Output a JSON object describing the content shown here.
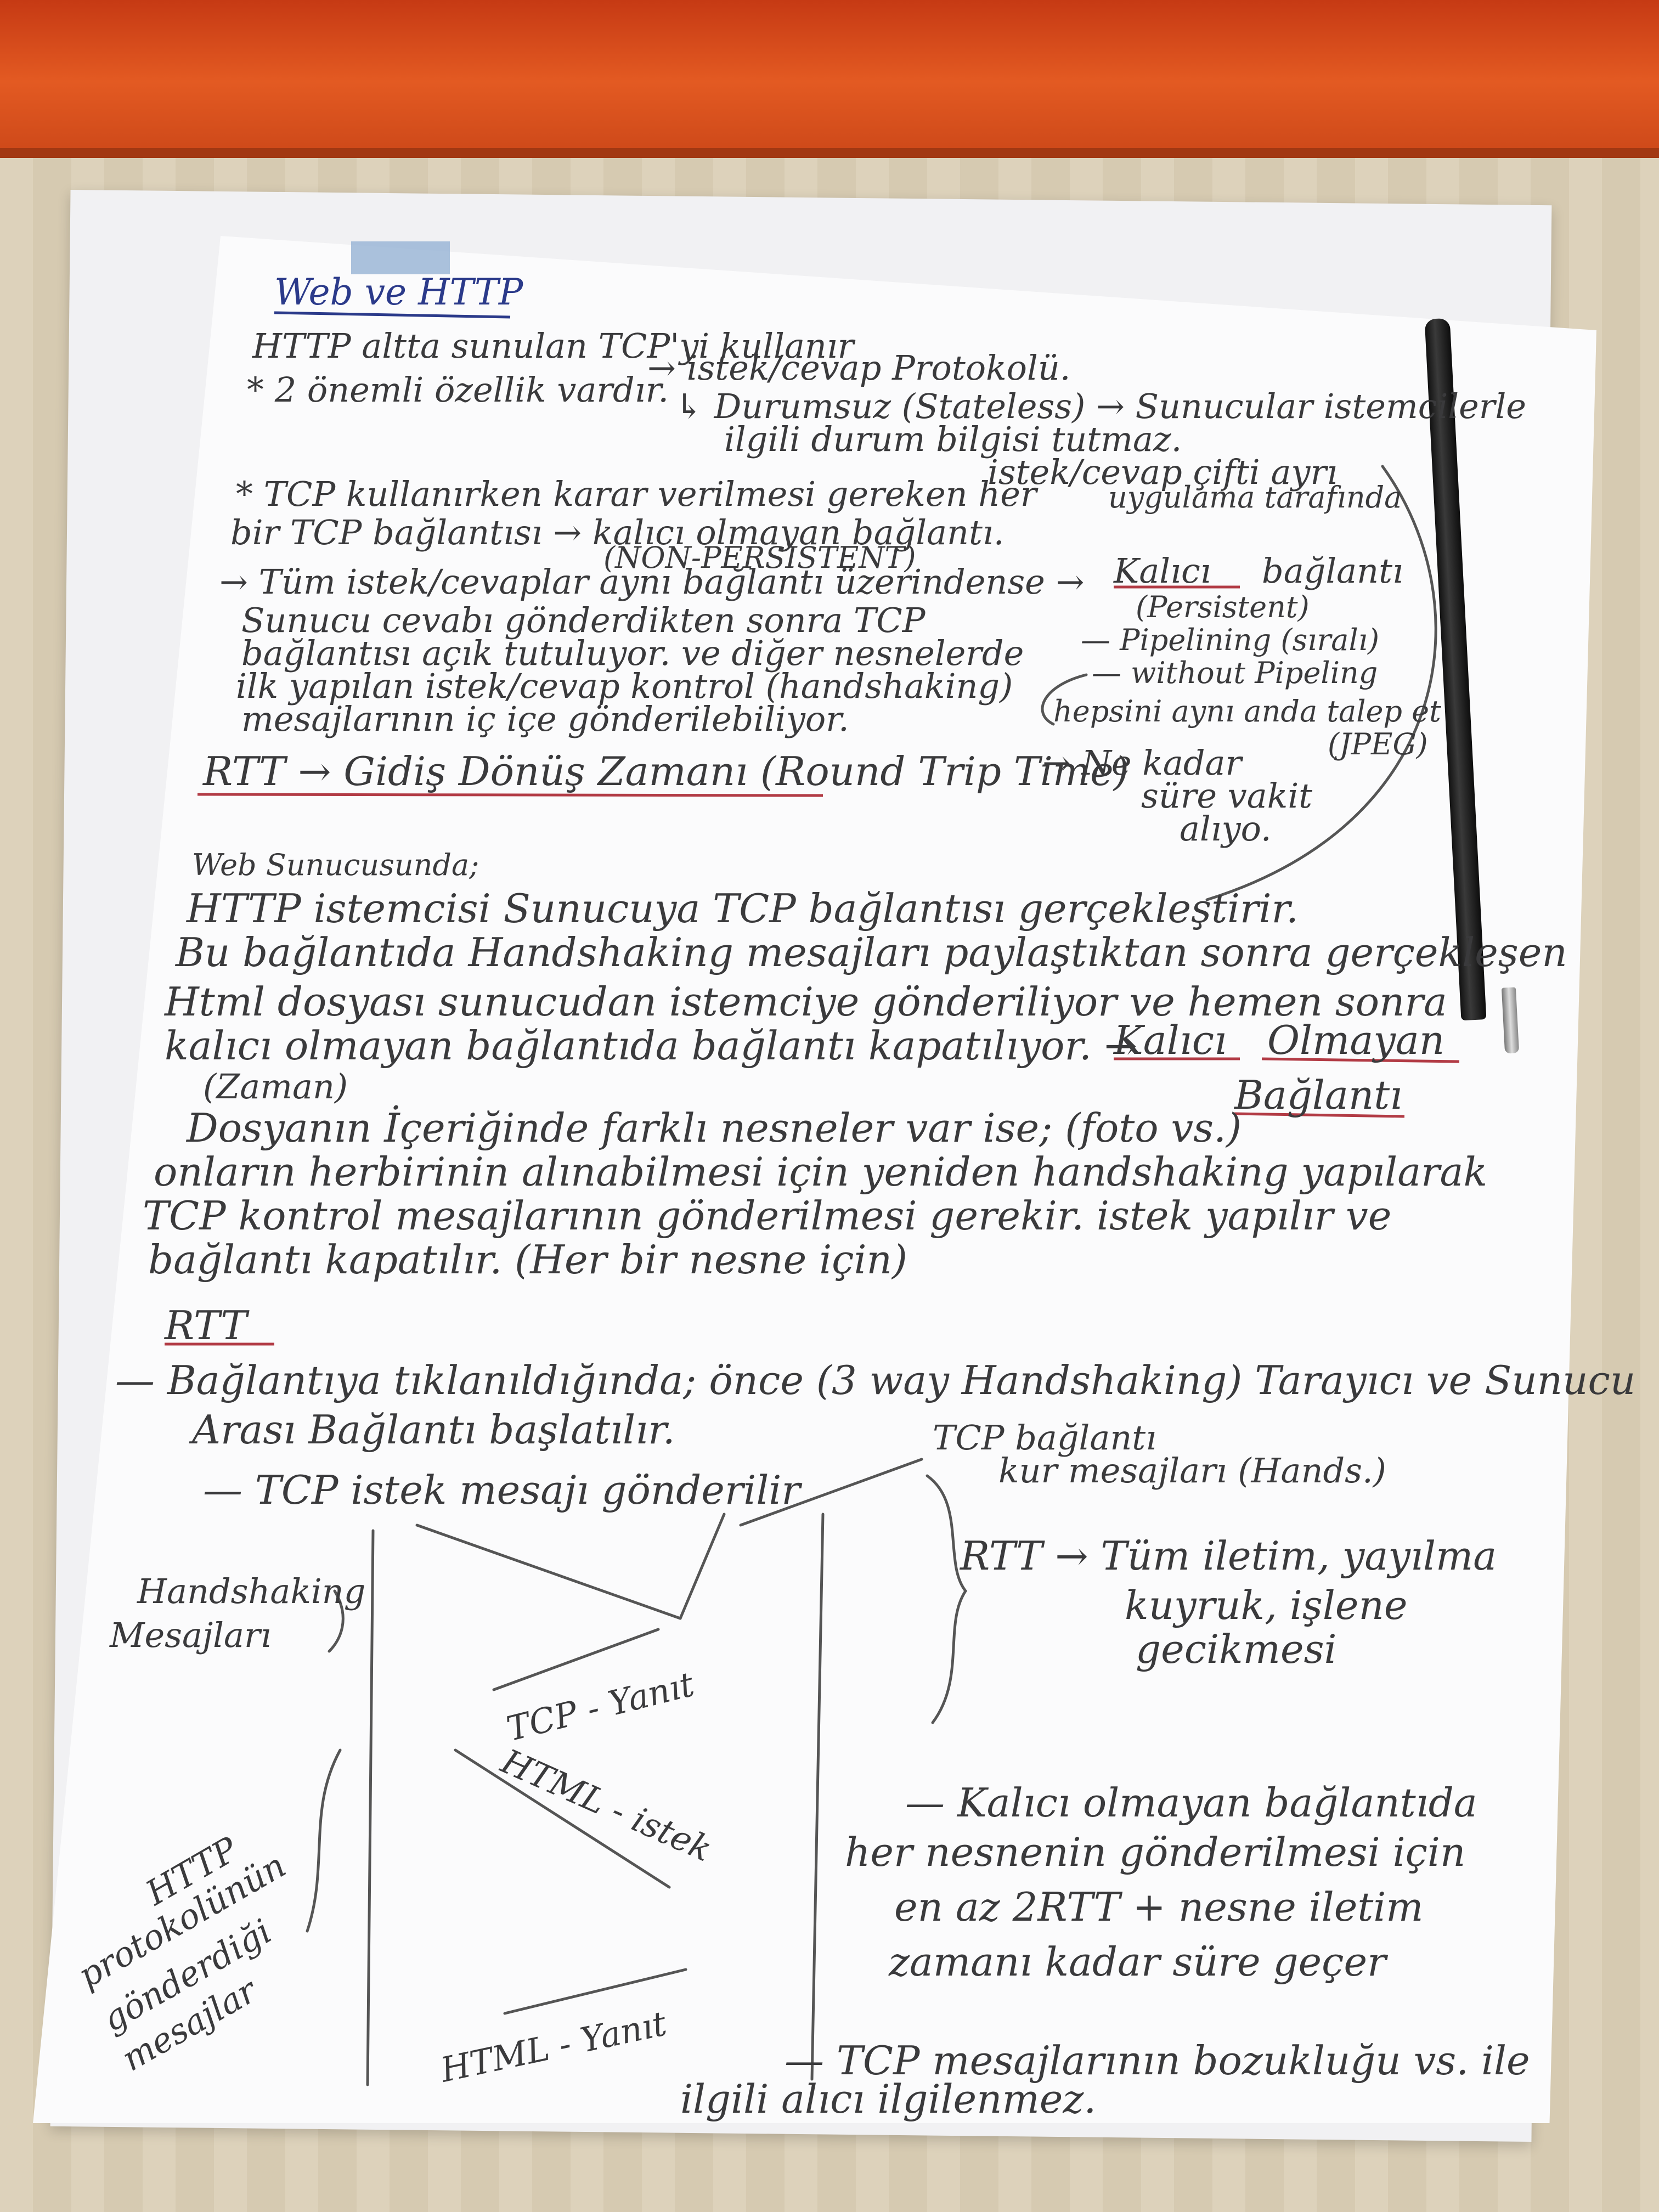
{
  "notes": {
    "title": "Web ve HTTP",
    "l1": "HTTP altta sunulan TCP'yi kullanır",
    "l2a": "* 2 önemli özellik vardır.",
    "l2b": "→ istek/cevap Protokolü.",
    "l3": "↳ Durumsuz (Stateless) → Sunucular istemcilerle",
    "l4": "ilgili durum bilgisi tutmaz.",
    "l5": "* TCP kullanırken karar verilmesi gereken her",
    "l5b": "istek/cevap çifti ayrı",
    "l5c": "uygulama tarafında",
    "l6": "bir TCP bağlantısı → kalıcı olmayan bağlantı.",
    "l6b": "(NON-PERSISTENT)",
    "l7a": "→ Tüm istek/cevaplar aynı bağlantı üzerindense →",
    "l7b": "Kalıcı",
    "l7c": "bağlantı",
    "l7d": "(Persistent)",
    "l8": "Sunucu cevabı gönderdikten sonra TCP",
    "l9": "bağlantısı açık tutuluyor. ve diğer nesnelerde",
    "l9b": "— Pipelining (sıralı)",
    "l10": "ilk yapılan istek/cevap kontrol (handshaking)",
    "l10b": "— without Pipeling",
    "l11": "mesajlarının iç içe gönderilebiliyor.",
    "l11b": "hepsini aynı anda talep et",
    "l11c": "(JPEG)",
    "rtt1": "RTT → Gidiş Dönüş Zamanı (Round Trip Time)",
    "rtt1b": "→ Ne kadar",
    "rtt1c": "süre vakit",
    "rtt1d": "alıyo.",
    "w1": "Web Sunucusunda;",
    "w2": "HTTP istemcisi Sunucuya TCP bağlantısı gerçekleştirir.",
    "w3": "Bu bağlantıda Handshaking mesajları paylaştıktan sonra gerçekleşen",
    "w4": "Html dosyası sunucudan istemciye gönderiliyor ve hemen sonra",
    "w5": "kalıcı olmayan bağlantıda bağlantı kapatılıyor. →",
    "w5b": "Kalıcı",
    "w5c": "Olmayan",
    "w6": "(Zaman)",
    "w6b": "Bağlantı",
    "w7": "Dosyanın İçeriğinde farklı nesneler var ise; (foto vs.)",
    "w8": "onların herbirinin alınabilmesi için yeniden handshaking yapılarak",
    "w9": "TCP kontrol mesajlarının gönderilmesi gerekir. istek yapılır ve",
    "w10": "bağlantı kapatılır. (Her bir nesne için)",
    "r0": "RTT",
    "r1": "— Bağlantıya tıklanıldığında; önce (3 way Handshaking) Tarayıcı ve Sunucu",
    "r2": "Arası Bağlantı başlatılır.",
    "r3": "— TCP istek mesajı gönderilir",
    "r3b": "TCP bağlantı",
    "r3c": "kur mesajları (Hands.)",
    "d_hand1": "Handshaking",
    "d_hand2": "Mesajları",
    "d_rtt1": "RTT → Tüm iletim, yayılma",
    "d_rtt2": "kuyruk, işlene",
    "d_rtt3": "gecikmesi",
    "d_tcpy": "TCP - Yanıt",
    "d_htmli": "HTML - istek",
    "d_htmly": "HTML - Yanıt",
    "d_http1": "HTTP",
    "d_http2": "protokolünün",
    "d_http3": "gönderdiği",
    "d_http4": "mesajlar",
    "k1": "— Kalıcı olmayan bağlantıda",
    "k2": "her nesnenin gönderilmesi için",
    "k3": "en az 2RTT + nesne iletim",
    "k4": "zamanı kadar süre geçer",
    "k5": "— TCP mesajlarının bozukluğu vs. ile",
    "k6": "ilgili alıcı ilgilenmez."
  }
}
